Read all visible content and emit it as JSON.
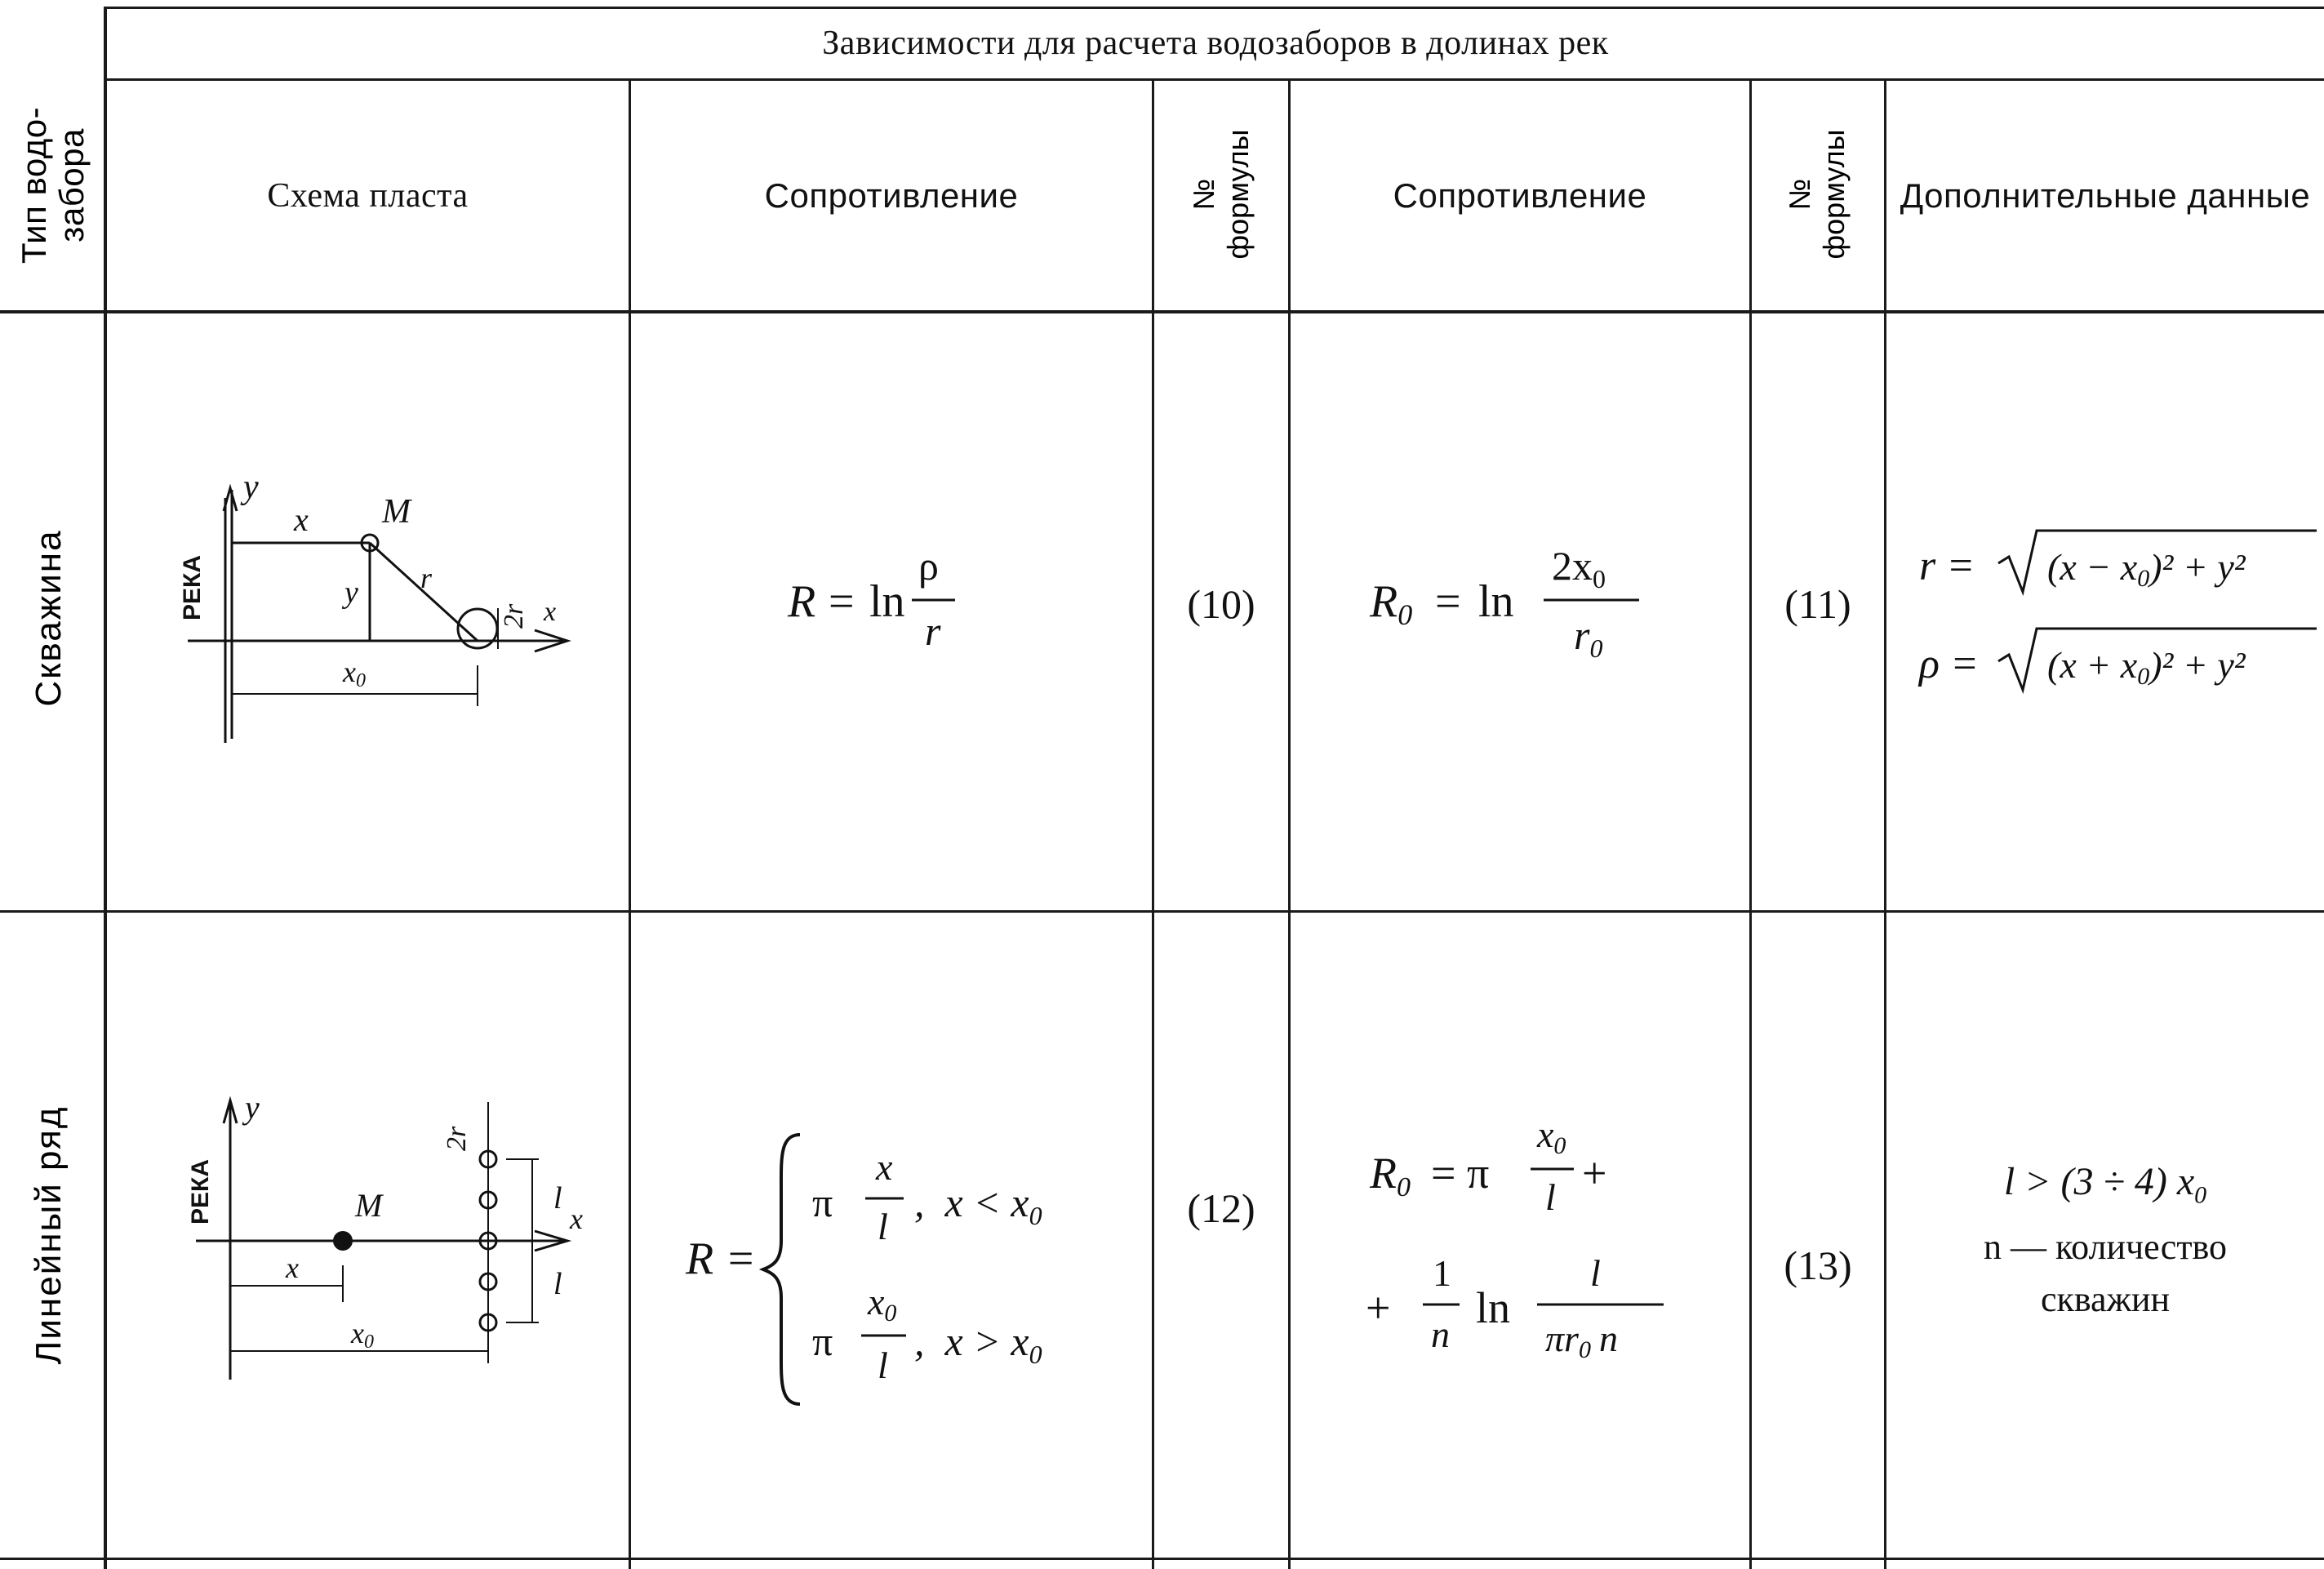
{
  "table": {
    "col_type_header": [
      "Тип водо-",
      "забора"
    ],
    "group_header": "Зависимости для расчета водозаборов в долинах рек",
    "col_scheme": "Схема пласта",
    "col_resistance_1": "Сопротивление",
    "col_formula_no_1": [
      "№",
      "формулы"
    ],
    "col_resistance_2": "Сопротивление",
    "col_formula_no_2": [
      "№",
      "формулы"
    ],
    "col_additional": "Дополнительные данные"
  },
  "rows": [
    {
      "type": "Скважина",
      "scheme": {
        "river": "РЕКА",
        "y": "y",
        "x": "x",
        "m": "M",
        "r": "r",
        "yv": "y",
        "two_r0": "2r",
        "x0": "x",
        "sub0": "0",
        "axis_x": "x"
      },
      "formula_a": {
        "lhs": "R",
        "eq": "=",
        "ln": "ln",
        "num": "ρ",
        "den": "r"
      },
      "formula_a_no": "(10)",
      "formula_b": {
        "lhs": "R",
        "sub": "0",
        "eq": "=",
        "ln": "ln",
        "num": "2x",
        "num_sub": "0",
        "den": "r",
        "den_sub": "0"
      },
      "formula_b_no": "(11)",
      "additional": {
        "line1_lhs": "r =",
        "line1_body": "(x − x",
        "line1_sub": "0",
        "line1_tail": ")² + y²",
        "line2_lhs": "ρ =",
        "line2_body": "(x + x",
        "line2_sub": "0",
        "line2_tail": ")² + y²"
      }
    },
    {
      "type": "Линейный ряд",
      "scheme": {
        "river": "РЕКА",
        "y": "y",
        "two_r0": "2r",
        "m": "M",
        "x": "x",
        "x0": "x",
        "sub0": "0",
        "l1": "l",
        "l2": "l",
        "axis_x": "x"
      },
      "formula_a": {
        "lhs": "R =",
        "case1_pi": "π",
        "case1_num": "x",
        "case1_den": "l",
        "case1_cond": ",  x < x",
        "case1_cond_sub": "0",
        "case2_pi": "π",
        "case2_num": "x",
        "case2_num_sub": "0",
        "case2_den": "l",
        "case2_cond": ",  x > x",
        "case2_cond_sub": "0"
      },
      "formula_a_no": "(12)",
      "formula_b": {
        "l1_lhs": "R",
        "l1_sub": "0",
        "l1_eq": "= π",
        "l1_num": "x",
        "l1_num_sub": "0",
        "l1_den": "l",
        "l1_plus": "+",
        "l2_plus": "+",
        "l2_num": "1",
        "l2_den": "n",
        "l2_ln": "ln",
        "l2_num2": "l",
        "l2_den2": "πr",
        "l2_den2_sub": "0",
        "l2_den2_n": "n"
      },
      "formula_b_no": "(13)",
      "additional": {
        "line1": "l > (3 ÷ 4) x",
        "line1_sub": "0",
        "line2": "n — количество",
        "line3": "скважин"
      }
    }
  ]
}
